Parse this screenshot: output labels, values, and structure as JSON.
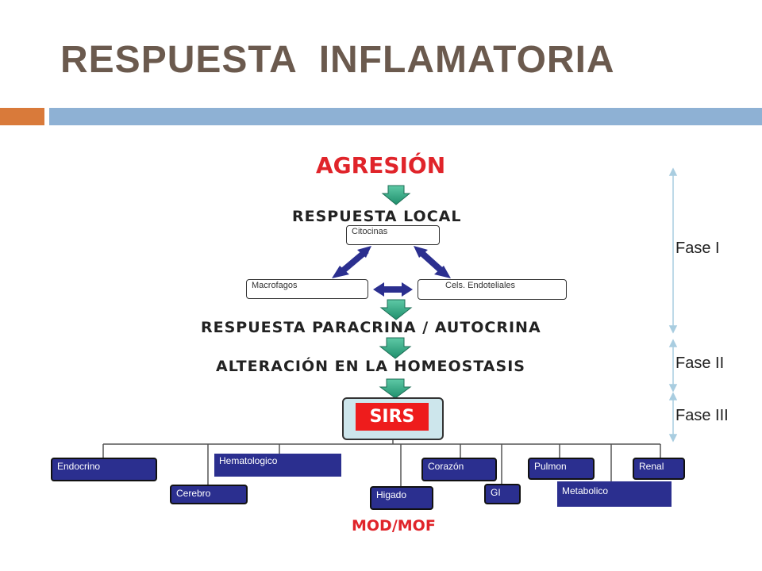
{
  "slide": {
    "title": "RESPUESTA  INFLAMATORIA"
  },
  "diagram": {
    "agresion": "AGRESIÓN",
    "respuesta_local": "RESPUESTA LOCAL",
    "citocinas": "Citocinas",
    "macrofagos": "Macrofagos",
    "endoteliales": "Cels. Endoteliales",
    "paracrina": "RESPUESTA PARACRINA / AUTOCRINA",
    "alteracion": "ALTERACIÓN EN LA HOMEOSTASIS",
    "sirs": "SIRS",
    "organs": {
      "endocrino": "Endocrino",
      "cerebro": "Cerebro",
      "hematologico": "Hematologico",
      "higado": "Higado",
      "corazon": "Corazón",
      "gi": "GI",
      "pulmon": "Pulmon",
      "metabolico": "Metabolico",
      "renal": "Renal"
    },
    "mod": "MOD/MOF",
    "phases": {
      "fase1": "Fase I",
      "fase2": "Fase II",
      "fase3": "Fase III"
    }
  },
  "colors": {
    "title": "#6b5a4e",
    "accent_orange": "#d97a3a",
    "accent_blue": "#8eb1d4",
    "arrow_green": "#2aa07a",
    "organ_blue": "#2b2f8f",
    "alert_red": "#e0242a"
  }
}
